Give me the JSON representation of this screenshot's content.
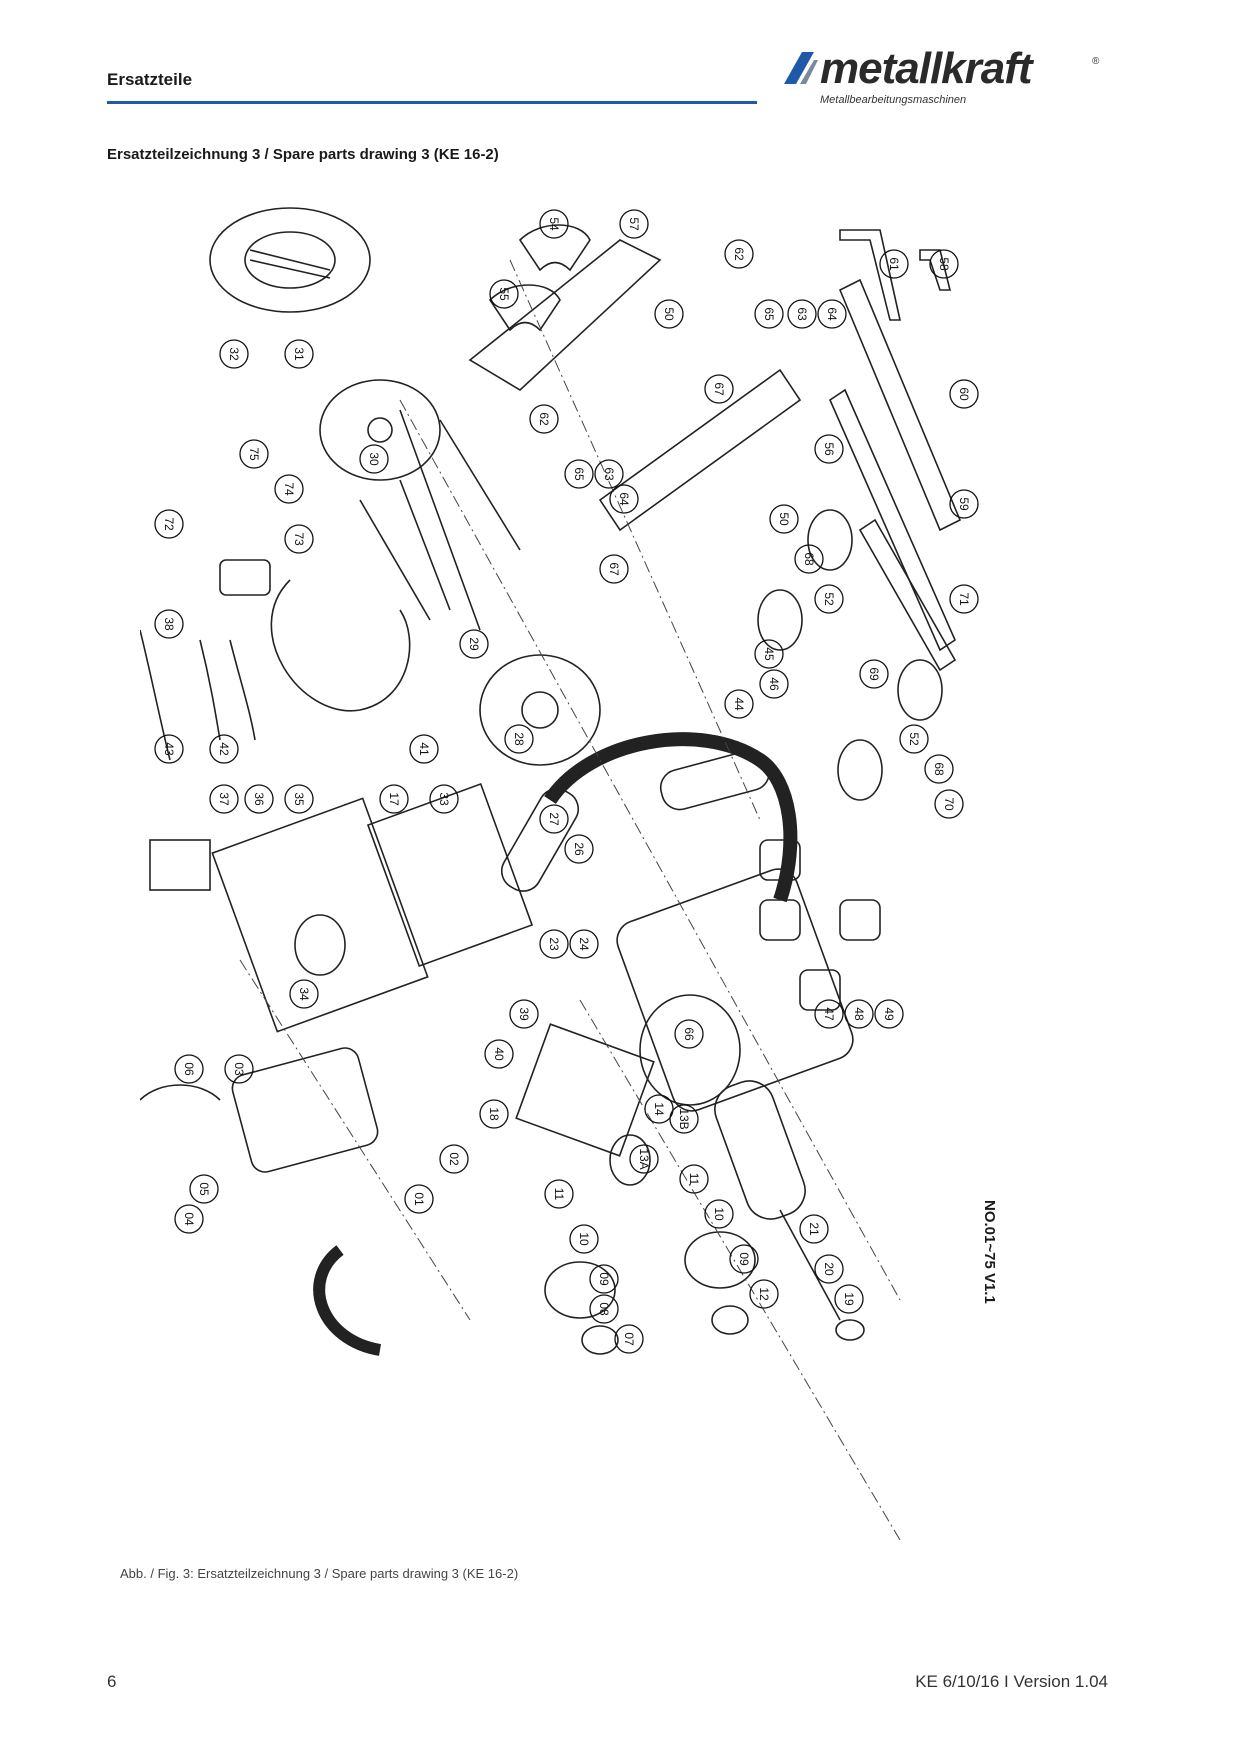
{
  "header": {
    "title": "Ersatzteile",
    "accent_color": "#1e5aa8"
  },
  "logo": {
    "word": "metallkraft",
    "registered": "®",
    "tagline": "Metallbearbeitungsmaschinen",
    "icon": "metallkraft-logo-mark"
  },
  "section": {
    "title": "Ersatzteilzeichnung 3 / Spare parts drawing 3 (KE 16-2)"
  },
  "drawing": {
    "version_note": "NO.01~75 V1.1",
    "parts": [
      "01",
      "02",
      "03",
      "04",
      "05",
      "06",
      "07",
      "08",
      "09",
      "10",
      "11",
      "12",
      "13A",
      "13B",
      "14",
      "17",
      "18",
      "19",
      "20",
      "21",
      "23",
      "24",
      "26",
      "27",
      "28",
      "29",
      "30",
      "31",
      "32",
      "33",
      "34",
      "35",
      "36",
      "37",
      "38",
      "39",
      "40",
      "41",
      "42",
      "43",
      "44",
      "45",
      "46",
      "47",
      "48",
      "49",
      "50",
      "52",
      "54",
      "55",
      "56",
      "57",
      "58",
      "59",
      "60",
      "61",
      "62",
      "63",
      "64",
      "65",
      "66",
      "67",
      "68",
      "69",
      "70",
      "71",
      "72",
      "73",
      "74",
      "75"
    ]
  },
  "caption": "Abb. / Fig. 3: Ersatzteilzeichnung 3 / Spare parts drawing 3 (KE 16-2)",
  "footer": {
    "page_number": "6",
    "doc_version": "KE 6/10/16 I Version 1.04"
  }
}
